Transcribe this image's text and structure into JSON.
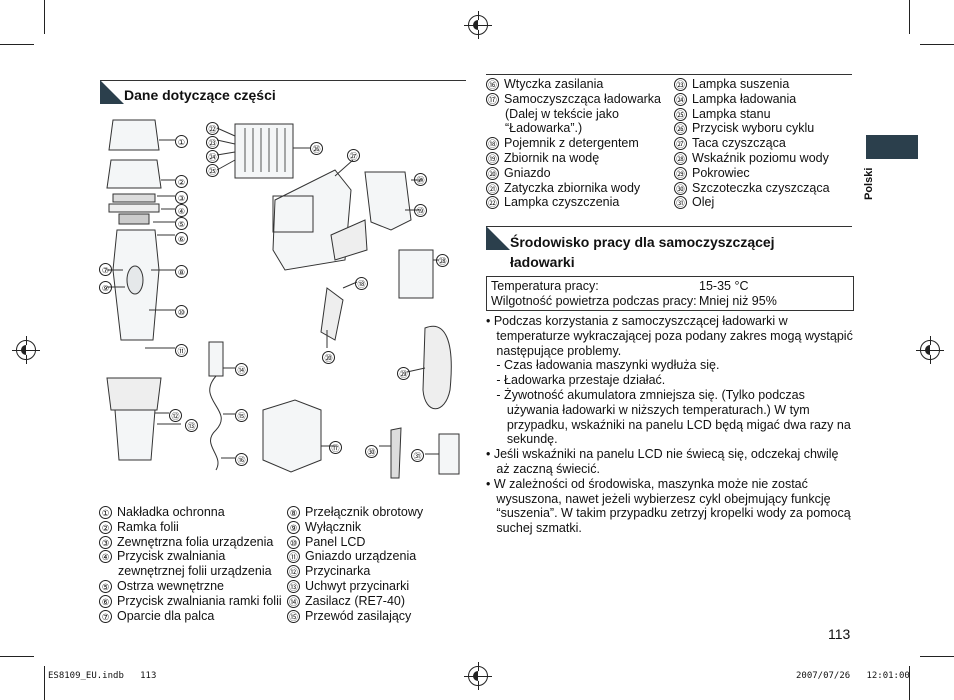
{
  "section1": {
    "title": "Dane dotyczące części"
  },
  "parts_left": [
    {
      "n": "①",
      "text": "Nakładka ochronna"
    },
    {
      "n": "②",
      "text": "Ramka folii"
    },
    {
      "n": "③",
      "text": "Zewnętrzna folia urządzenia"
    },
    {
      "n": "④",
      "text": "Przycisk zwalniania",
      "cont": "zewnętrznej folii urządzenia"
    },
    {
      "n": "⑤",
      "text": "Ostrza wewnętrzne"
    },
    {
      "n": "⑥",
      "text": "Przycisk zwalniania ramki folii"
    },
    {
      "n": "⑦",
      "text": "Oparcie dla palca"
    }
  ],
  "parts_mid": [
    {
      "n": "⑧",
      "text": "Przełącznik obrotowy"
    },
    {
      "n": "⑨",
      "text": "Wyłącznik"
    },
    {
      "n": "⑩",
      "text": "Panel LCD"
    },
    {
      "n": "⑪",
      "text": "Gniazdo urządzenia"
    },
    {
      "n": "⑫",
      "text": "Przycinarka"
    },
    {
      "n": "⑬",
      "text": "Uchwyt przycinarki"
    },
    {
      "n": "⑭",
      "text": "Zasilacz (RE7-40)"
    },
    {
      "n": "⑮",
      "text": "Przewód zasilający"
    }
  ],
  "parts_right_a": [
    {
      "n": "⑯",
      "text": "Wtyczka zasilania"
    },
    {
      "n": "⑰",
      "text": "Samoczyszcząca ładowarka",
      "cont": "(Dalej w tekście jako",
      "cont2": "“Ładowarka”.)"
    },
    {
      "n": "⑱",
      "text": "Pojemnik z detergentem"
    },
    {
      "n": "⑲",
      "text": "Zbiornik na wodę"
    },
    {
      "n": "⑳",
      "text": "Gniazdo"
    },
    {
      "n": "㉑",
      "text": "Zatyczka zbiornika wody"
    },
    {
      "n": "㉒",
      "text": "Lampka czyszczenia"
    }
  ],
  "parts_right_b": [
    {
      "n": "㉓",
      "text": "Lampka suszenia"
    },
    {
      "n": "㉔",
      "text": "Lampka ładowania"
    },
    {
      "n": "㉕",
      "text": "Lampka stanu"
    },
    {
      "n": "㉖",
      "text": "Przycisk wyboru cyklu"
    },
    {
      "n": "㉗",
      "text": "Taca czyszcząca"
    },
    {
      "n": "㉘",
      "text": "Wskaźnik poziomu wody"
    },
    {
      "n": "㉙",
      "text": "Pokrowiec"
    },
    {
      "n": "㉚",
      "text": "Szczoteczka czyszcząca"
    },
    {
      "n": "㉛",
      "text": "Olej"
    }
  ],
  "section2": {
    "title_line1": "Środowisko pracy dla samoczyszczącej",
    "title_line2": "ładowarki"
  },
  "conditions": [
    {
      "label": "Temperatura pracy:",
      "value": "15-35 °C"
    },
    {
      "label": "Wilgotność powietrza podczas pracy:",
      "value": "Mniej niż 95%"
    }
  ],
  "notes": [
    "• Podczas korzystania z samoczyszczącej ładowarki w",
    "   temperaturze wykraczającej poza podany zakres mogą wystąpić",
    "   następujące problemy.",
    "   - Czas ładowania maszynki wydłuża się.",
    "   - Ładowarka przestaje działać.",
    "   - Żywotność akumulatora zmniejsza się. (Tylko podczas",
    "      używania ładowarki w niższych temperaturach.) W tym",
    "      przypadku, wskaźniki na panelu LCD będą migać dwa razy na",
    "      sekundę.",
    "• Jeśli wskaźniki na panelu LCD nie świecą się, odczekaj chwilę",
    "   aż zaczną świecić.",
    "• W zależności od środowiska, maszynka może nie zostać",
    "   wysuszona, nawet jeżeli wybierzesz cykl obejmujący funkcję",
    "   “suszenia”. W takim przypadku zetrzyj kropelki wody za pomocą",
    "   suchej szmatki."
  ],
  "side_label": "Polski",
  "page_number": "113",
  "footer": {
    "file": "ES8109_EU.indb   113",
    "date": "2007/07/26   12:01:00"
  },
  "diagram_callouts": {
    "c1": "①",
    "c2": "②",
    "c3": "③",
    "c4": "④",
    "c5": "⑤",
    "c6": "⑥",
    "c7": "⑦",
    "c8": "⑧",
    "c9": "⑨",
    "c10": "⑩",
    "c11": "⑪",
    "c12": "⑫",
    "c13": "⑬",
    "c14": "⑭",
    "c15": "⑮",
    "c16": "⑯",
    "c17": "⑰",
    "c18": "⑱",
    "c19": "⑲",
    "c20": "⑳",
    "c21": "㉑",
    "c22": "㉒",
    "c23": "㉓",
    "c24": "㉔",
    "c25": "㉕",
    "c26": "㉖",
    "c27": "㉗",
    "c28": "㉘",
    "c29": "㉙",
    "c30": "㉚",
    "c31": "㉛"
  }
}
